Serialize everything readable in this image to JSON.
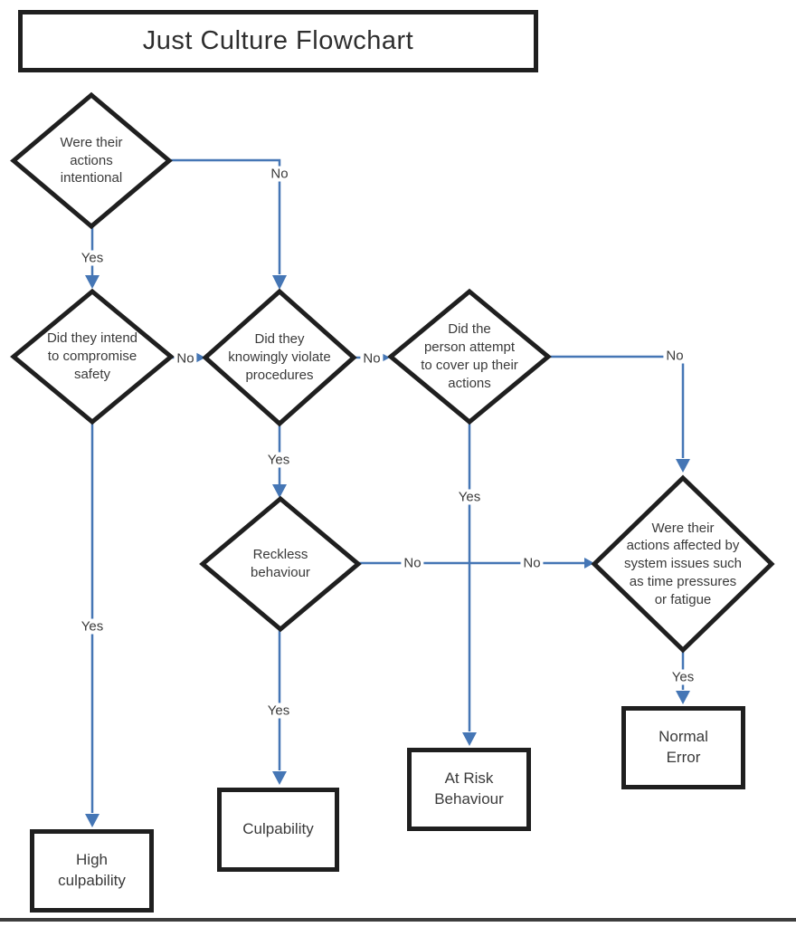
{
  "title": "Just Culture Flowchart",
  "diagram": {
    "nodes": {
      "intentional": {
        "type": "decision",
        "label": "Were their\nactions\nintentional"
      },
      "compromise": {
        "type": "decision",
        "label": "Did they intend\nto compromise\nsafety"
      },
      "violate": {
        "type": "decision",
        "label": "Did they\nknowingly violate\nprocedures"
      },
      "coverup": {
        "type": "decision",
        "label": "Did the\nperson attempt\nto cover up their\nactions"
      },
      "reckless": {
        "type": "decision",
        "label": "Reckless\nbehaviour"
      },
      "system_issues": {
        "type": "decision",
        "label": "Were their\nactions affected by\nsystem issues such\nas time pressures\nor fatigue"
      },
      "high_culpability": {
        "type": "outcome",
        "label": "High\nculpability"
      },
      "culpability": {
        "type": "outcome",
        "label": "Culpability"
      },
      "at_risk": {
        "type": "outcome",
        "label": "At Risk\nBehaviour"
      },
      "normal_error": {
        "type": "outcome",
        "label": "Normal\nError"
      }
    },
    "edge_labels": {
      "intentional_no": "No",
      "intentional_yes": "Yes",
      "compromise_no": "No",
      "compromise_yes": "Yes",
      "violate_no": "No",
      "violate_yes": "Yes",
      "coverup_no": "No",
      "coverup_yes": "Yes",
      "reckless_no_a": "No",
      "reckless_no_b": "No",
      "reckless_yes": "Yes",
      "system_yes": "Yes"
    },
    "colors": {
      "connector": "#4576b5",
      "node_border": "#1f1f1f",
      "text": "#3a3a3a"
    }
  }
}
